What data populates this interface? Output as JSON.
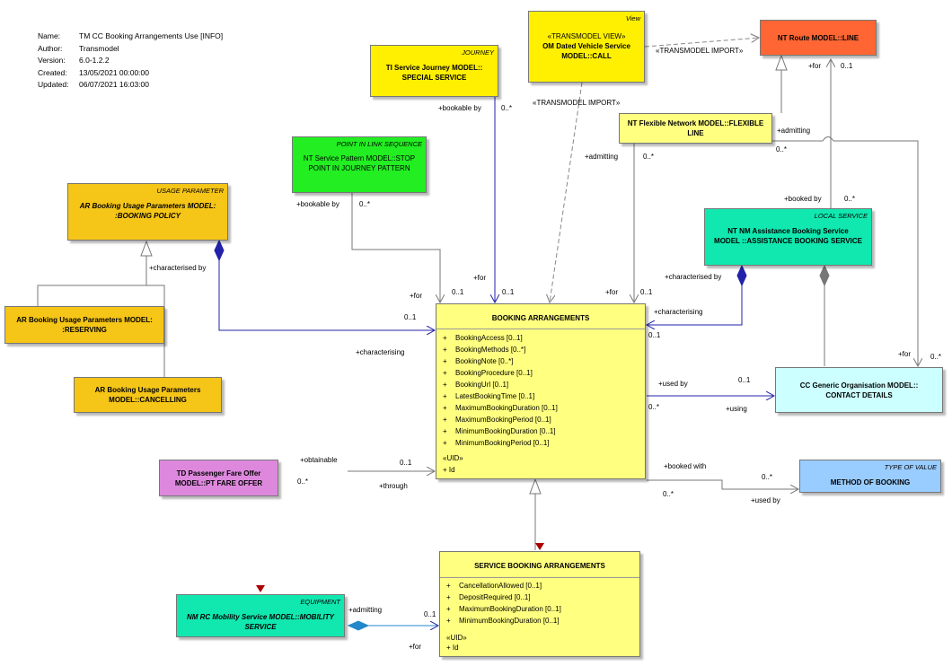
{
  "meta": [
    {
      "key": "Name:",
      "value": "TM CC Booking Arrangements Use [INFO]"
    },
    {
      "key": "Author:",
      "value": "Transmodel"
    },
    {
      "key": "Version:",
      "value": "6.0-1.2.2"
    },
    {
      "key": "Created:",
      "value": "13/05/2021 00:00:00"
    },
    {
      "key": "Updated:",
      "value": "06/07/2021 16:03:00"
    }
  ],
  "classes": {
    "om_call": {
      "stereotype": "View",
      "title_lines": [
        "«TRANSMODEL VIEW»",
        "OM Dated Vehicle Service",
        "MODEL::CALL"
      ]
    },
    "nt_route": {
      "title": "NT Route MODEL::LINE"
    },
    "ti_journey": {
      "stereotype": "JOURNEY",
      "title_lines": [
        "TI Service Journey MODEL::",
        "SPECIAL SERVICE"
      ]
    },
    "nt_flex": {
      "title_lines": [
        "NT Flexible Network MODEL::FLEXIBLE",
        "LINE"
      ]
    },
    "nt_stop": {
      "stereotype": "POINT IN LINK SEQUENCE",
      "title_lines": [
        "NT Service Pattern MODEL::STOP",
        "POINT IN JOURNEY PATTERN"
      ]
    },
    "ar_policy": {
      "stereotype": "USAGE PARAMETER",
      "title_lines": [
        "AR Booking Usage Parameters MODEL:",
        ":BOOKING POLICY"
      ]
    },
    "nm_assist": {
      "stereotype": "LOCAL SERVICE",
      "title_lines": [
        "NT NM Assistance Booking Service",
        "MODEL ::ASSISTANCE BOOKING SERVICE"
      ]
    },
    "ar_reserving": {
      "title_lines": [
        "AR Booking Usage Parameters MODEL:",
        ":RESERVING"
      ]
    },
    "ar_cancelling": {
      "title_lines": [
        "AR Booking Usage Parameters",
        "MODEL::CANCELLING"
      ]
    },
    "booking": {
      "title": "BOOKING ARRANGEMENTS",
      "attributes": [
        "BookingAccess [0..1]",
        "BookingMethods [0..*]",
        "BookingNote [0..*]",
        "BookingProcedure [0..1]",
        "BookingUrl [0..1]",
        "LatestBookingTime [0..1]",
        "MaximumBookingDuration [0..1]",
        "MaximumBookingPeriod [0..1]",
        "MinimumBookingDuration [0..1]",
        "MinimumBookingPeriod [0..1]"
      ],
      "uid_label": "«UID»",
      "uid_attr": "+   Id"
    },
    "cc_contact": {
      "title_lines": [
        "CC Generic Organisation MODEL::",
        "CONTACT DETAILS"
      ]
    },
    "td_fare": {
      "title_lines": [
        "TD Passenger Fare Offer",
        "MODEL::PT FARE OFFER"
      ]
    },
    "method": {
      "stereotype": "TYPE OF VALUE",
      "title": "METHOD OF BOOKING"
    },
    "service_booking": {
      "title": "SERVICE BOOKING ARRANGEMENTS",
      "attributes": [
        "CancellationAllowed [0..1]",
        "DepositRequired [0..1]",
        "MaximumBookingDuration [0..1]",
        "MinimumBookingDuration [0..1]"
      ],
      "uid_label": "«UID»",
      "uid_attr": "+   Id"
    },
    "nm_mobility": {
      "stereotype": "EQUIPMENT",
      "title_lines": [
        "NM RC Mobility Service MODEL::MOBILITY",
        "SERVICE"
      ]
    }
  },
  "labels": {
    "transmodel_import_1": "«TRANSMODEL IMPORT»",
    "transmodel_import_2": "«TRANSMODEL IMPORT»",
    "for_route": "+for",
    "mult_route": "0..1",
    "bookable_by_journey": "+bookable by",
    "mult_journey": "0..*",
    "admitting_flex": "+admitting",
    "mult_admitting_flex": "0..*",
    "admitting_right": "+admitting",
    "mult_admitting_right": "0..*",
    "bookable_by_stop": "+bookable by",
    "mult_stop": "0..*",
    "booked_by_assist": "+booked by",
    "mult_booked_by": "0..*",
    "characterised_by_policy": "+characterised by",
    "characterised_by_assist": "+characterised by",
    "for_stop": "+for",
    "mult_for_stop": "0..1",
    "for_journey": "+for",
    "mult_for_journey": "0..1",
    "for_flex": "+for",
    "mult_for_flex": "0..1",
    "mult_policy_end": "0..1",
    "characterising_left": "+characterising",
    "characterising_right": "+characterising",
    "mult_assist_end": "0..1",
    "for_contact": "+for",
    "mult_for_contact": "0..*",
    "used_by": "+used by",
    "mult_used_by": "0..1",
    "mult_using": "0..*",
    "using": "+using",
    "obtainable": "+obtainable",
    "mult_obtainable": "0..1",
    "mult_fare": "0..*",
    "through": "+through",
    "booked_with": "+booked with",
    "mult_booked_with": "0..*",
    "mult_method_left": "0..*",
    "used_by_method": "+used by",
    "admitting_mob": "+admitting",
    "mult_mob": "0..1",
    "for_mob": "+for"
  }
}
